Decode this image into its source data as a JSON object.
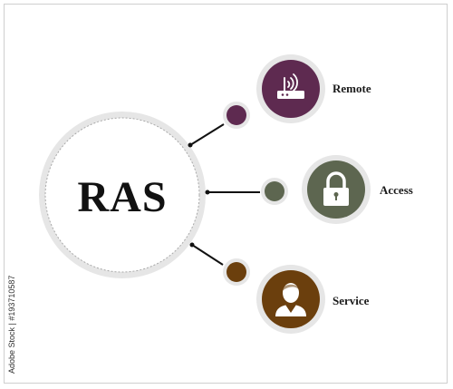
{
  "diagram": {
    "center_label": "RAS",
    "items": [
      {
        "label": "Remote",
        "color": "#5e2a50",
        "icon": "wifi-router-icon"
      },
      {
        "label": "Access",
        "color": "#5d6650",
        "icon": "padlock-icon"
      },
      {
        "label": "Service",
        "color": "#6b3f0d",
        "icon": "person-icon"
      }
    ]
  },
  "stock_id": "Adobe Stock | #193710587"
}
